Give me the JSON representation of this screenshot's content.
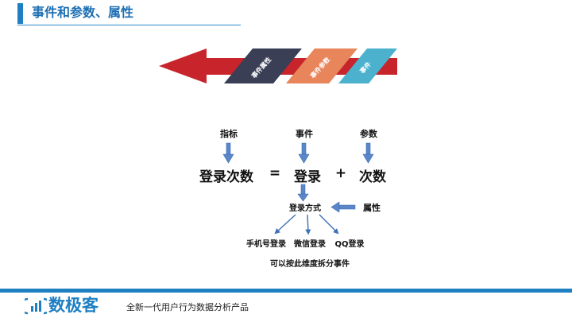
{
  "title": "事件和参数、属性",
  "ribbon": {
    "segments": [
      "事件属性",
      "事件参数",
      "事件"
    ],
    "colors": {
      "arrow": "#c7242b",
      "dark": "#3a3f55",
      "orange": "#e8855a",
      "teal": "#4cb1cd"
    }
  },
  "diagram": {
    "label_metric": "指标",
    "label_event": "事件",
    "label_param": "参数",
    "term_login_count": "登录次数",
    "op_equals": "=",
    "term_login": "登录",
    "op_plus": "+",
    "term_count": "次数",
    "login_method": "登录方式",
    "attribute_label": "属性",
    "methods": [
      "手机号登录",
      "微信登录",
      "QQ登录"
    ],
    "note": "可以按此维度拆分事件"
  },
  "footer": {
    "brand": "数极客",
    "slogan": "全新一代用户行为数据分析产品",
    "accent": "#1e7fc3"
  }
}
